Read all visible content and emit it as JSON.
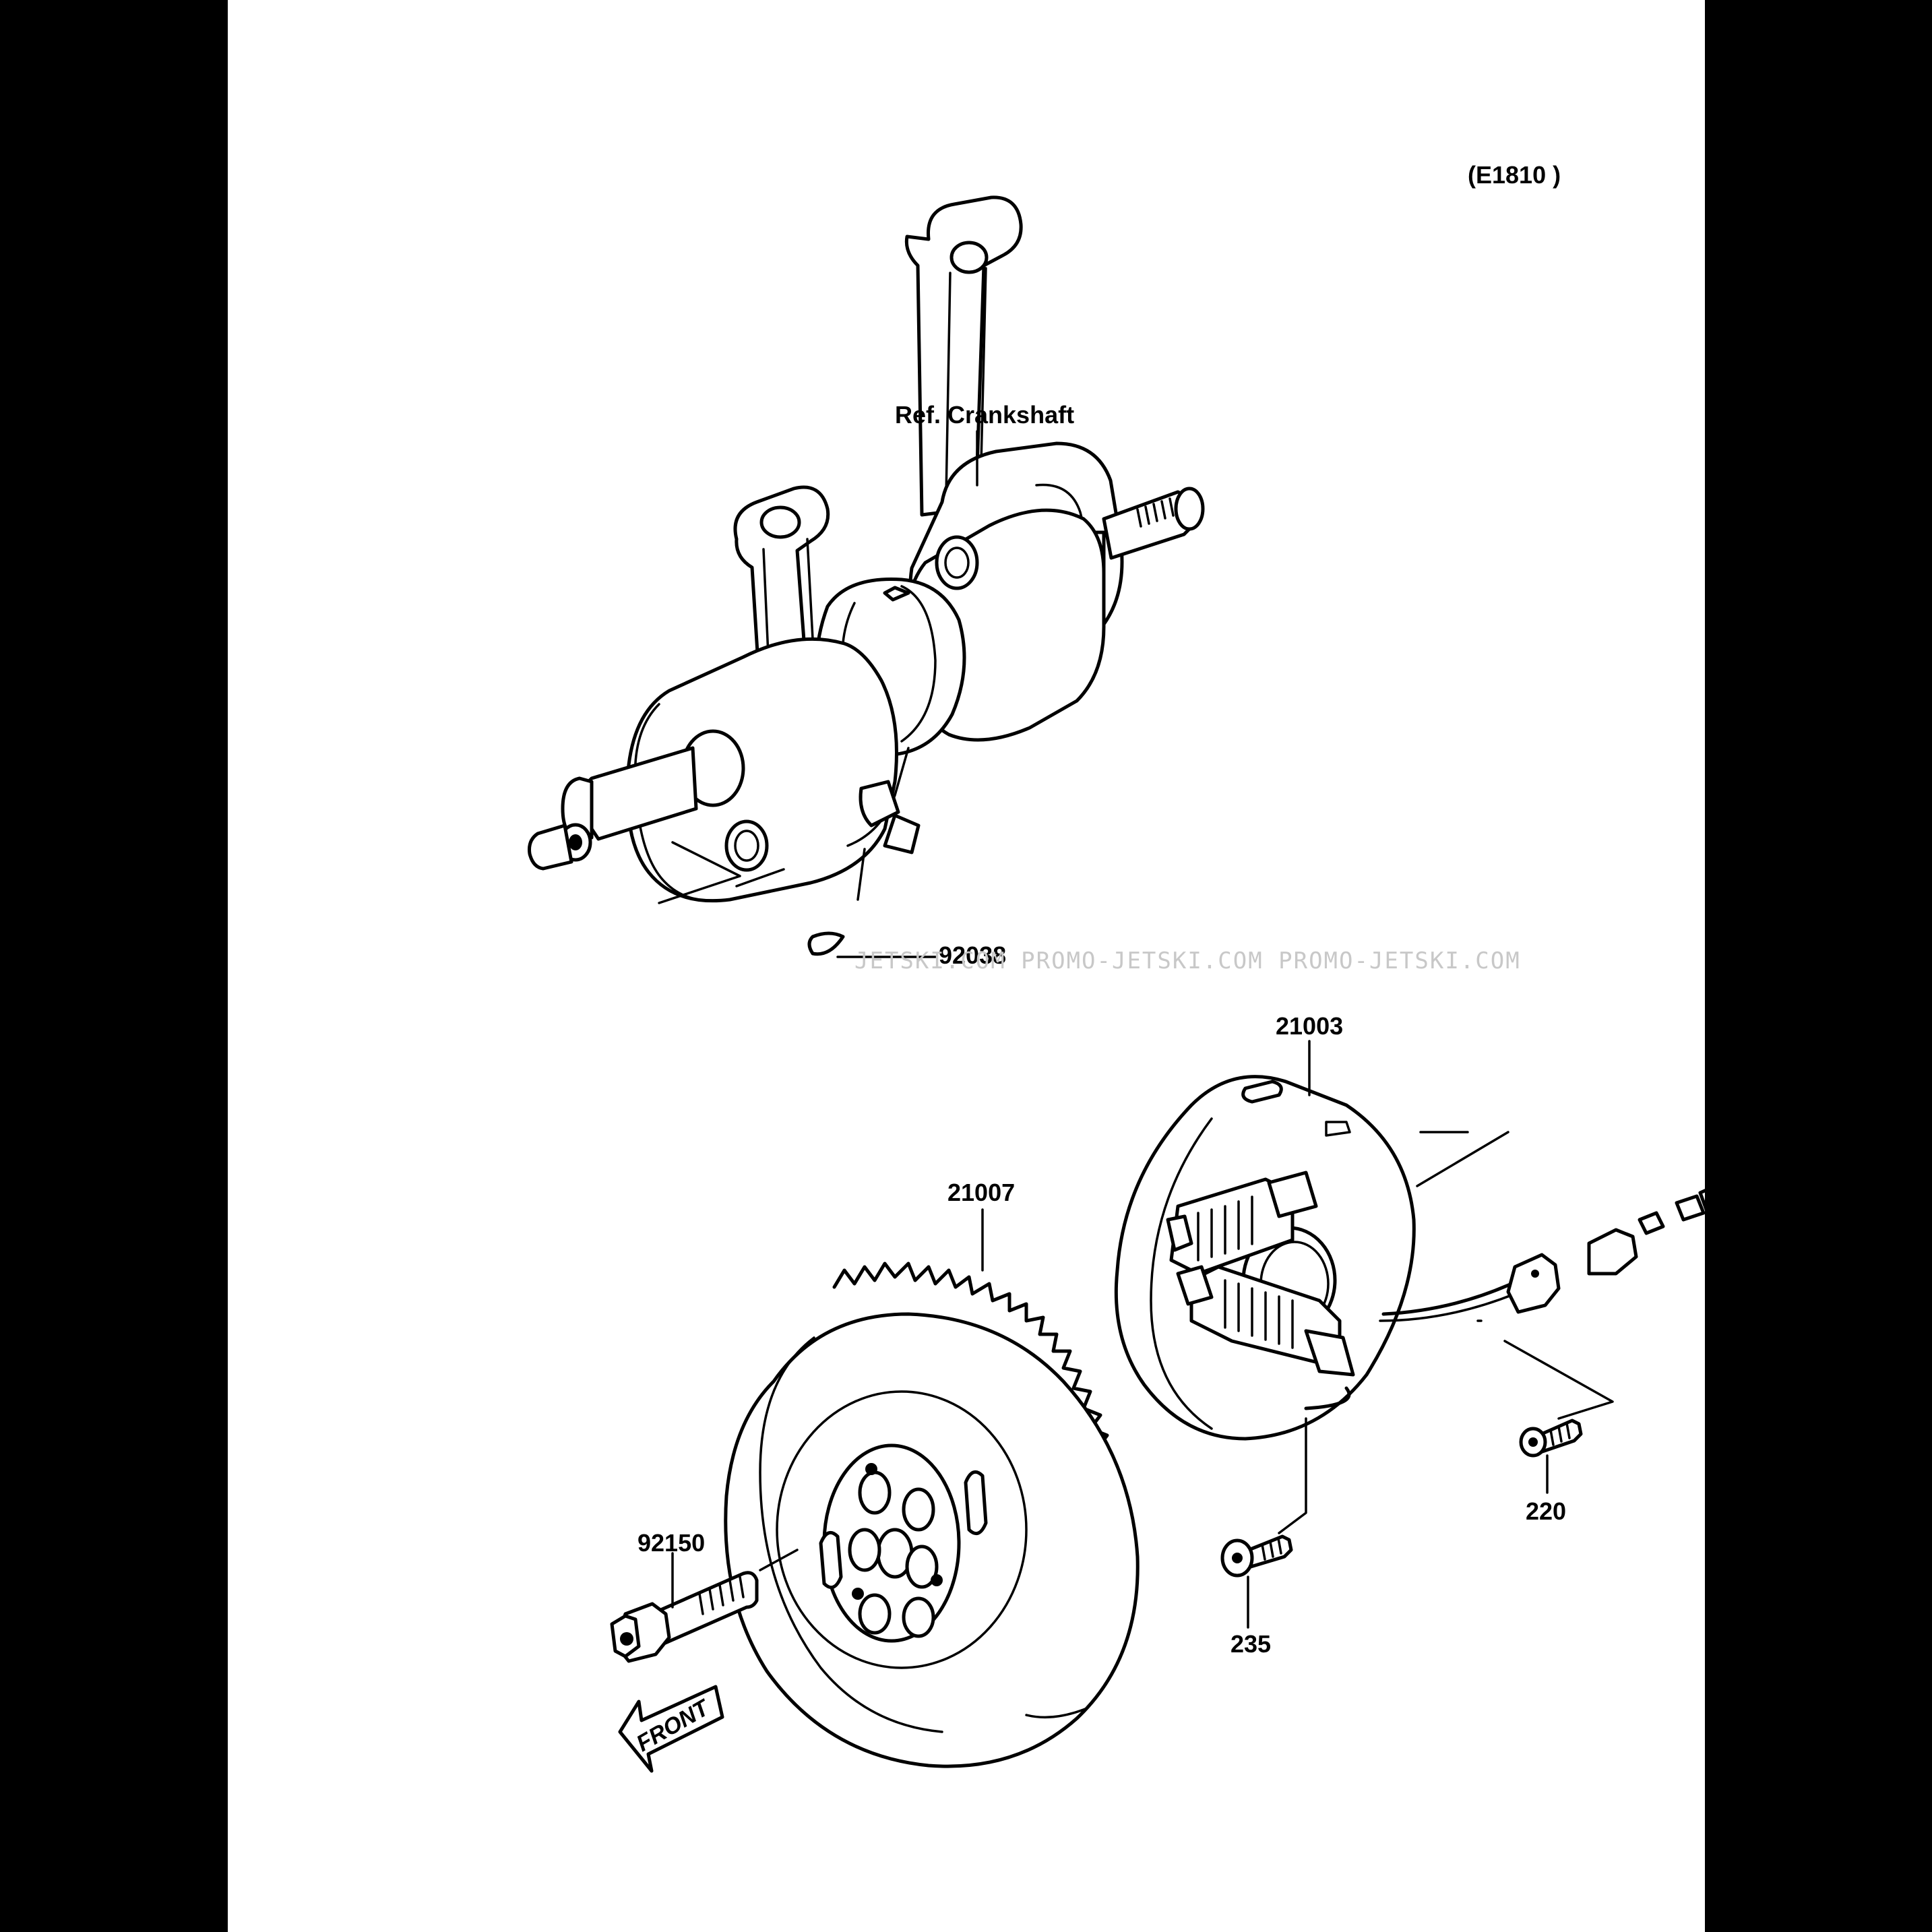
{
  "diagram_code": "(E1810 )",
  "ref_label": "Ref. Crankshaft",
  "watermark": "JETSKI.COM PROMO-JETSKI.COM PROMO-JETSKI.COM",
  "front_arrow_text": "FRONT",
  "parts": {
    "key": "92038",
    "stator": "21003",
    "flywheel": "21007",
    "flywheel_bolt": "92150",
    "stator_screw": "235",
    "grommet_screw": "220"
  }
}
